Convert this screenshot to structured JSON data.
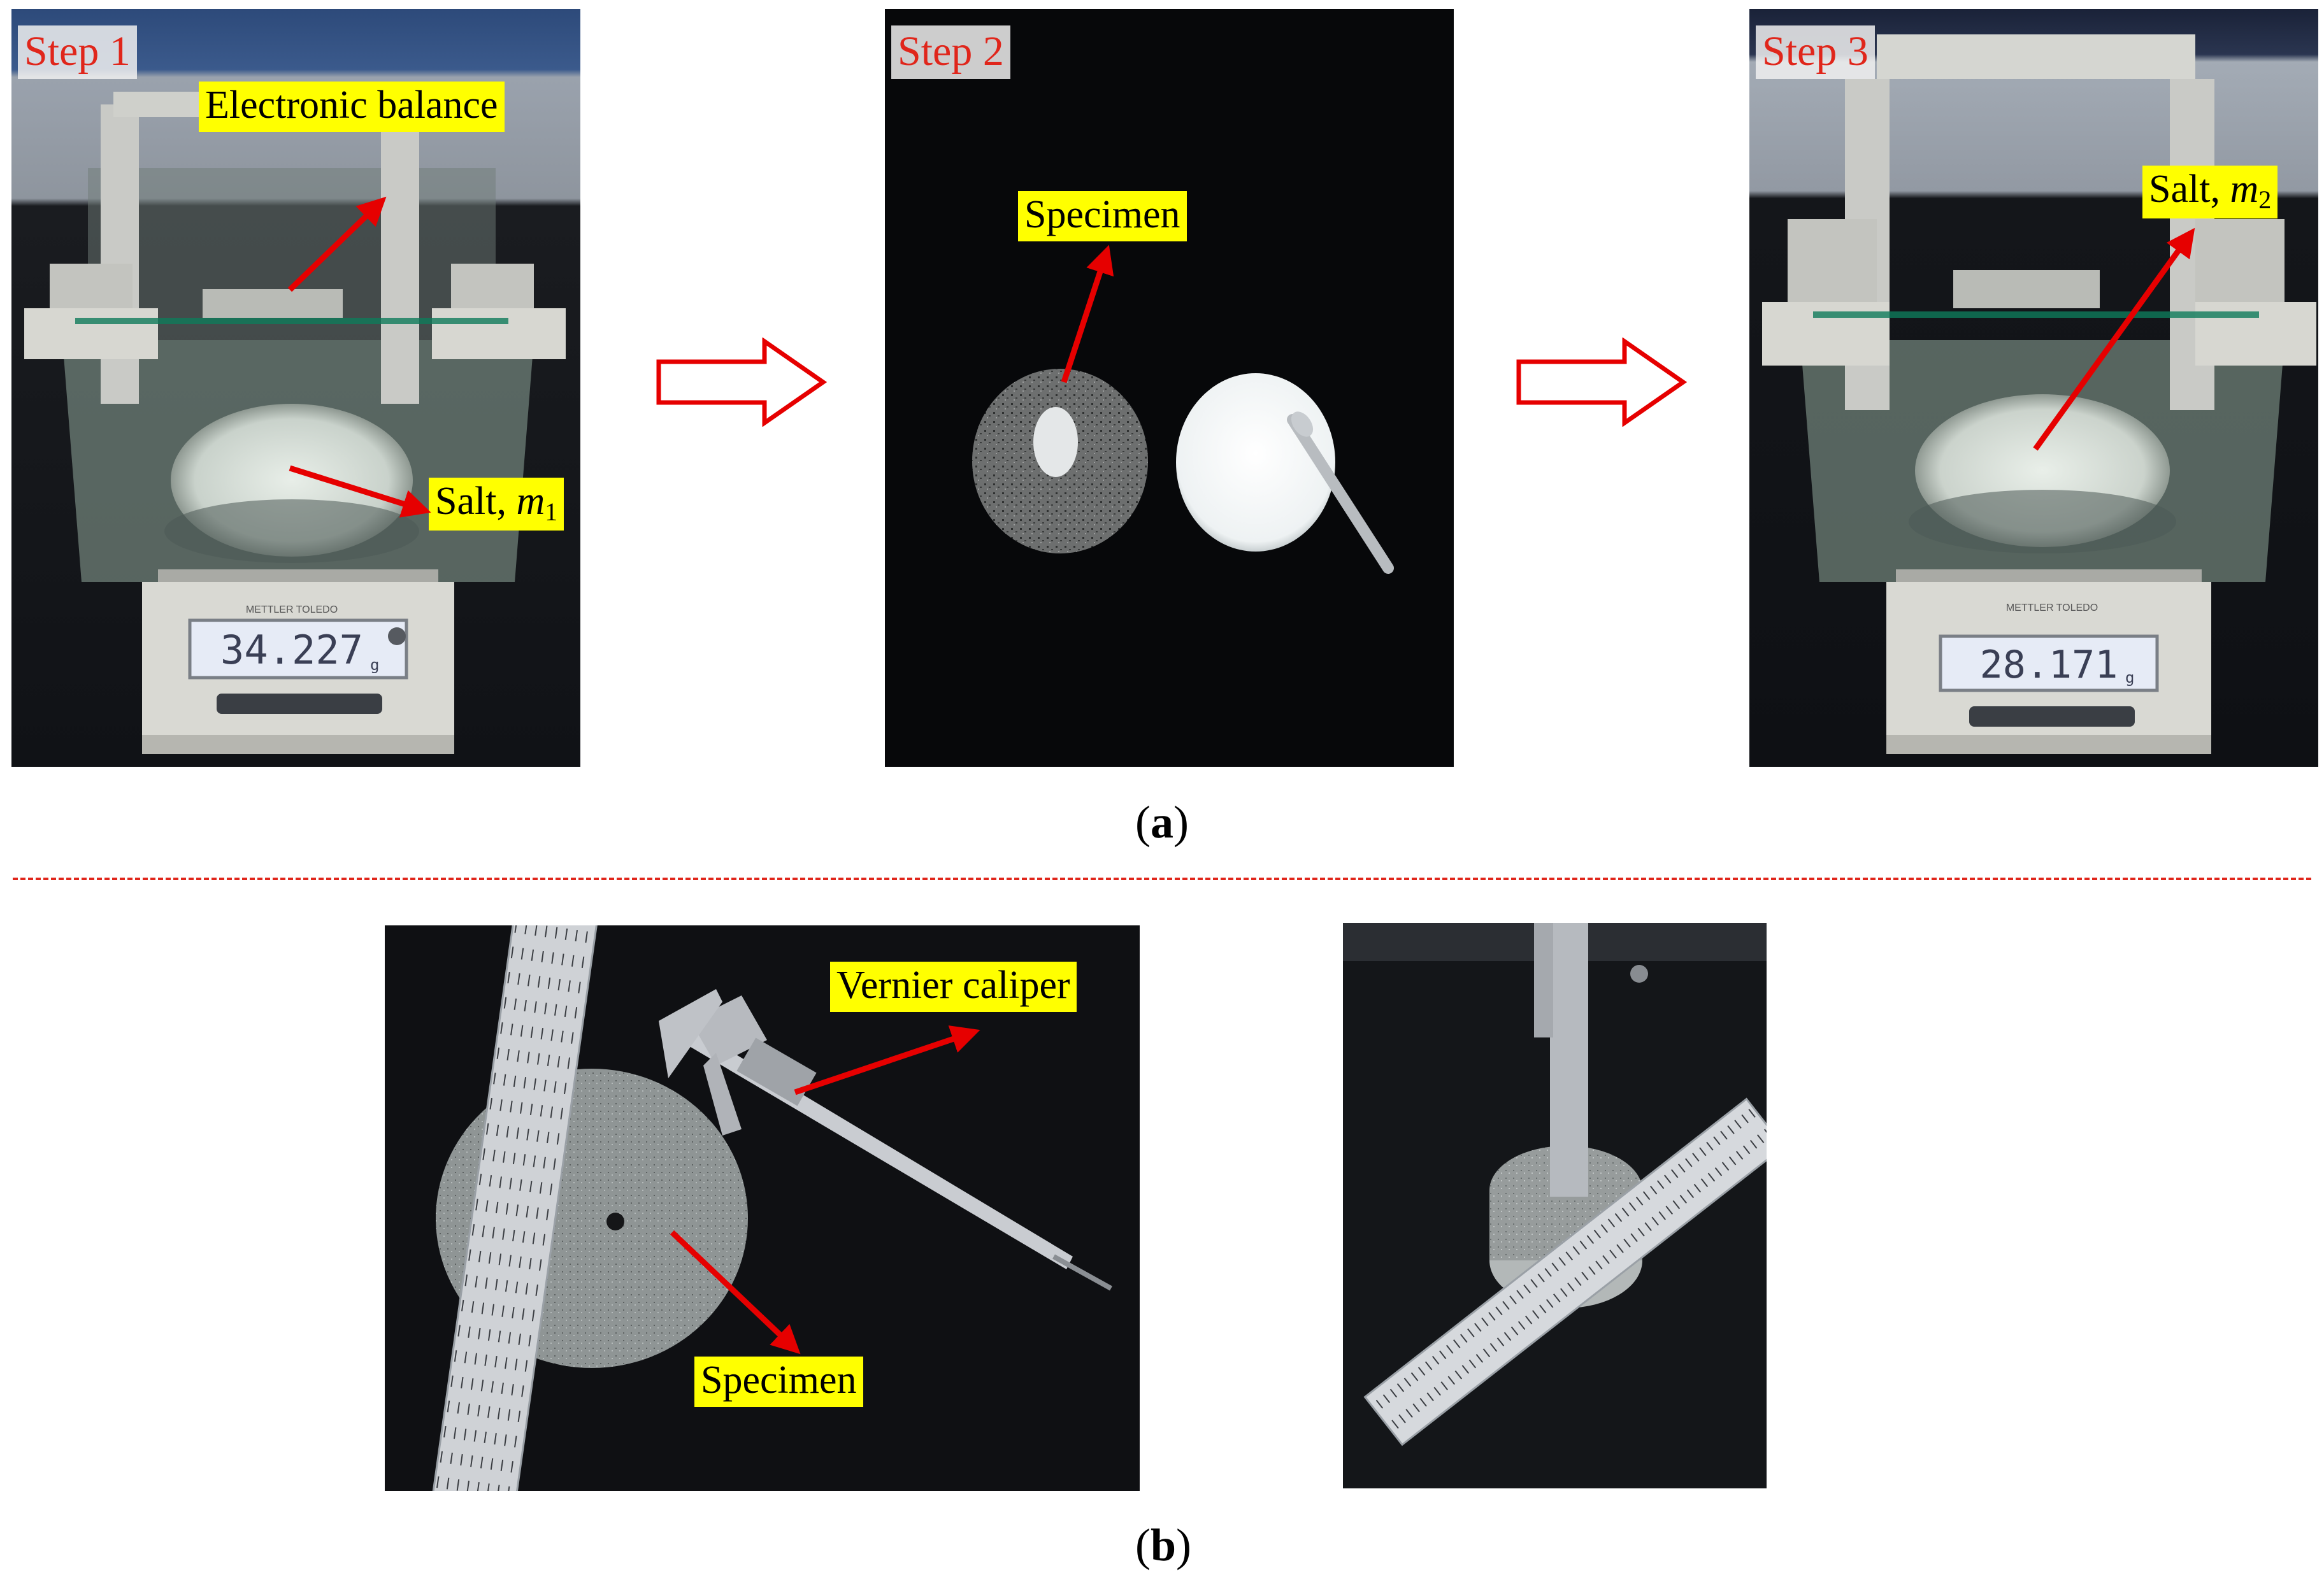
{
  "panel_a": {
    "caption_prefix": "(",
    "caption_letter": "a",
    "caption_suffix": ")",
    "photos": [
      {
        "step": "Step 1",
        "label_text": "Electronic balance",
        "label2_text": "Salt, ",
        "label2_var": "m",
        "label2_sub": "1",
        "reading": "34.227",
        "unit": "g",
        "brand": "METTLER TOLEDO"
      },
      {
        "step": "Step 2",
        "label_text": "Specimen"
      },
      {
        "step": "Step 3",
        "label_text": "Salt, ",
        "label_var": "m",
        "label_sub": "2",
        "reading": "28.171",
        "unit": "g",
        "brand": "METTLER TOLEDO"
      }
    ]
  },
  "panel_b": {
    "caption_prefix": "(",
    "caption_letter": "b",
    "caption_suffix": ")",
    "photos": [
      {
        "label1": "Vernier caliper",
        "label2": "Specimen"
      },
      {}
    ]
  },
  "colors": {
    "arrow": "#e60000",
    "label_bg": "#ffff00",
    "step_text": "#e0261b",
    "divider": "#e0261b"
  }
}
